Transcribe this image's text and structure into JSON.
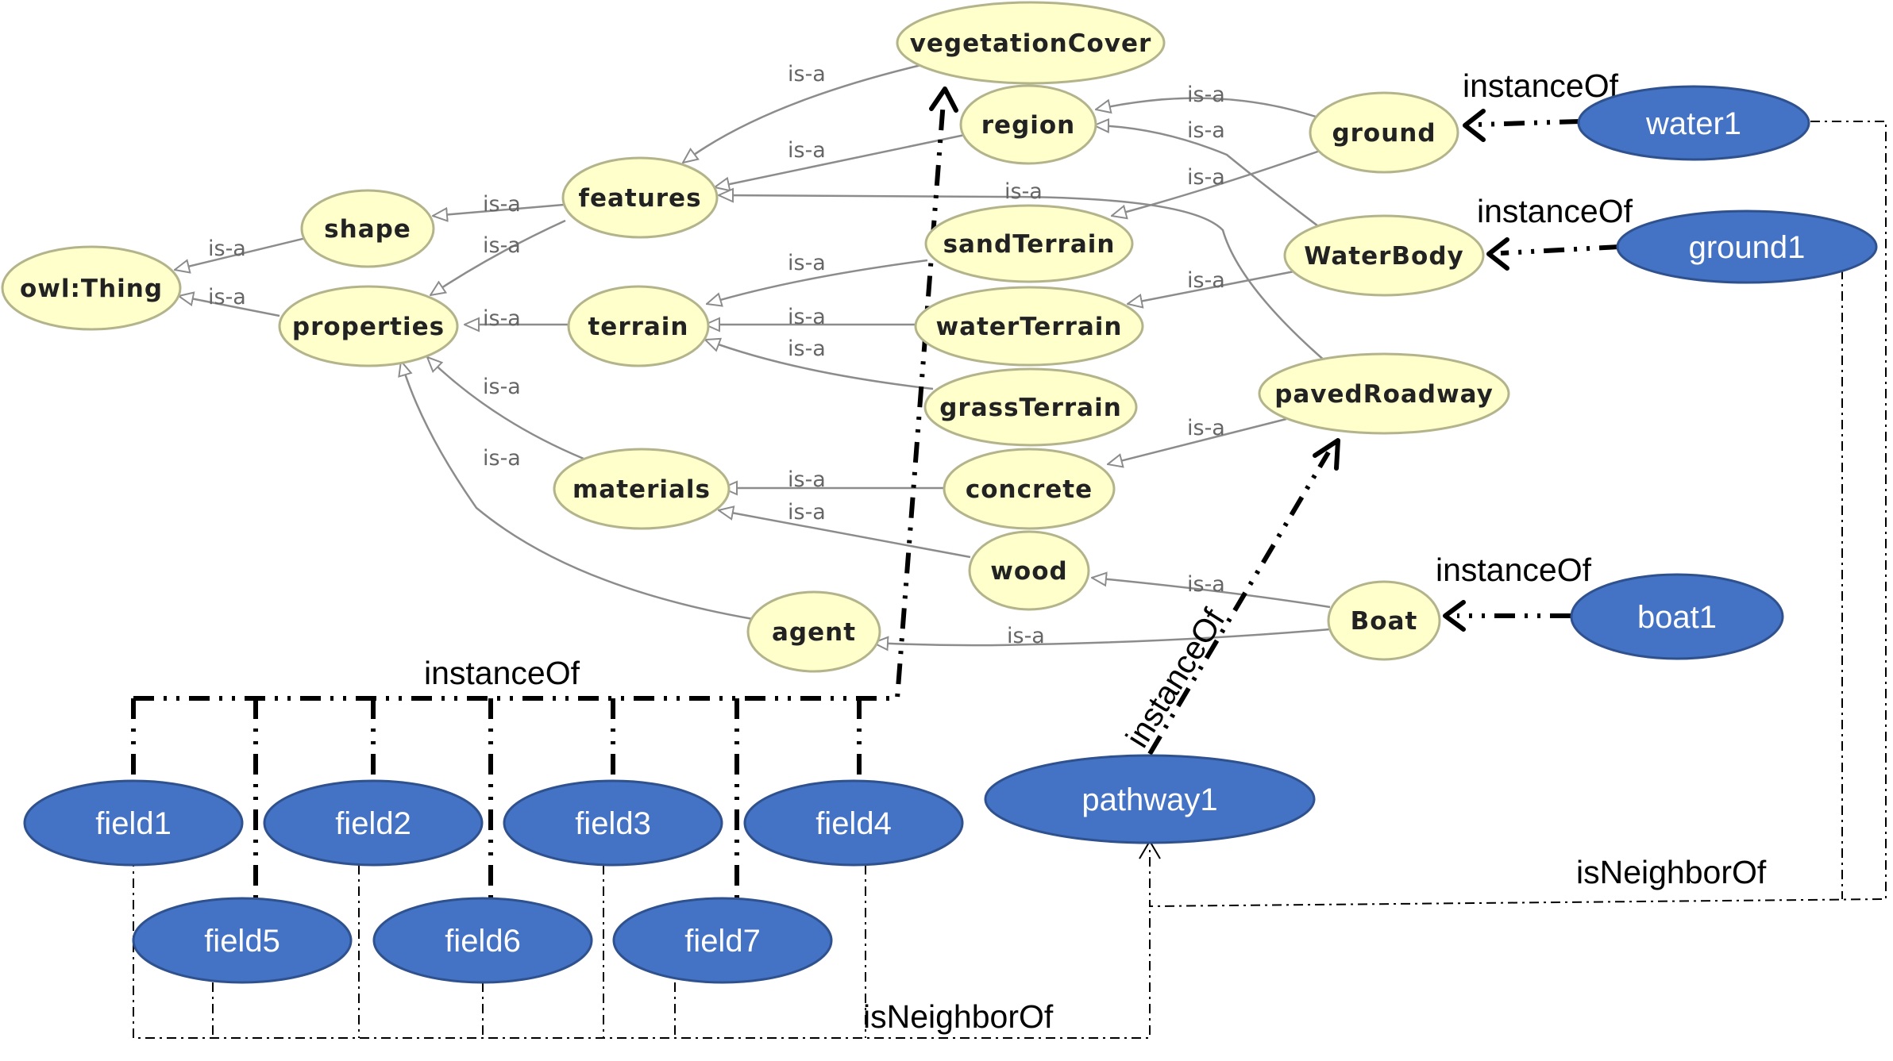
{
  "diagram": {
    "class_nodes": {
      "owl_thing": "owl:Thing",
      "shape": "shape",
      "properties": "properties",
      "features": "features",
      "vegetationCover": "vegetationCover",
      "region": "region",
      "ground": "ground",
      "sandTerrain": "sandTerrain",
      "waterTerrain": "waterTerrain",
      "grassTerrain": "grassTerrain",
      "terrain": "terrain",
      "WaterBody": "WaterBody",
      "pavedRoadway": "pavedRoadway",
      "materials": "materials",
      "concrete": "concrete",
      "wood": "wood",
      "agent": "agent",
      "Boat": "Boat"
    },
    "instance_nodes": {
      "water1": "water1",
      "ground1": "ground1",
      "boat1": "boat1",
      "pathway1": "pathway1",
      "field1": "field1",
      "field2": "field2",
      "field3": "field3",
      "field4": "field4",
      "field5": "field5",
      "field6": "field6",
      "field7": "field7"
    },
    "edge_labels": {
      "is_a": "is-a",
      "instance_of": "instanceOf",
      "is_neighbor_of": "isNeighborOf"
    }
  }
}
